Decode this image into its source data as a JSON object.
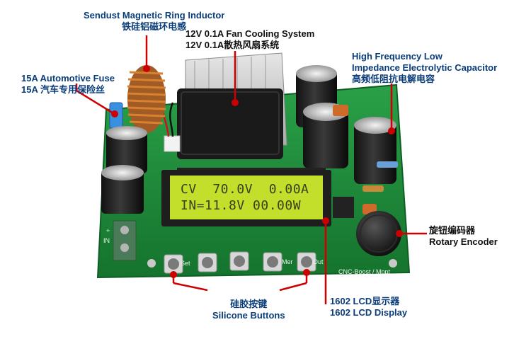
{
  "labels": {
    "inductor": {
      "en": "Sendust Magnetic Ring Inductor",
      "zh": "铁硅铝磁环电感"
    },
    "fan": {
      "en": "12V 0.1A Fan Cooling System",
      "zh": "12V 0.1A散热风扇系统"
    },
    "capacitor": {
      "en1": "High Frequency Low",
      "en2": "Impedance Electrolytic Capacitor",
      "zh": "高频低阻抗电解电容"
    },
    "fuse": {
      "en": "15A  Automotive Fuse",
      "zh": "15A  汽车专用保险丝"
    },
    "encoder": {
      "zh": "旋钮编码器",
      "en": "Rotary Encoder"
    },
    "buttons": {
      "zh": "硅胶按键",
      "en": "Silicone Buttons"
    },
    "lcd_label": {
      "zh": "1602 LCD显示器",
      "en": "1602 LCD Display"
    }
  },
  "lcd": {
    "line1": "CV  70.0V  0.00A",
    "line2": "IN=11.8V 00.00W"
  },
  "board": {
    "silkscreen": "CNC-Boost / Mppt",
    "btn_set": "Set",
    "btn_out": "Out",
    "btn_mer": "Mer",
    "terminal_in": "IN",
    "terminal_plus": "+"
  },
  "colors": {
    "pcb": "#1f8a3a",
    "lcd": "#c4de2c",
    "callout": "#cc0000",
    "label_blue": "#0a3d7a"
  }
}
